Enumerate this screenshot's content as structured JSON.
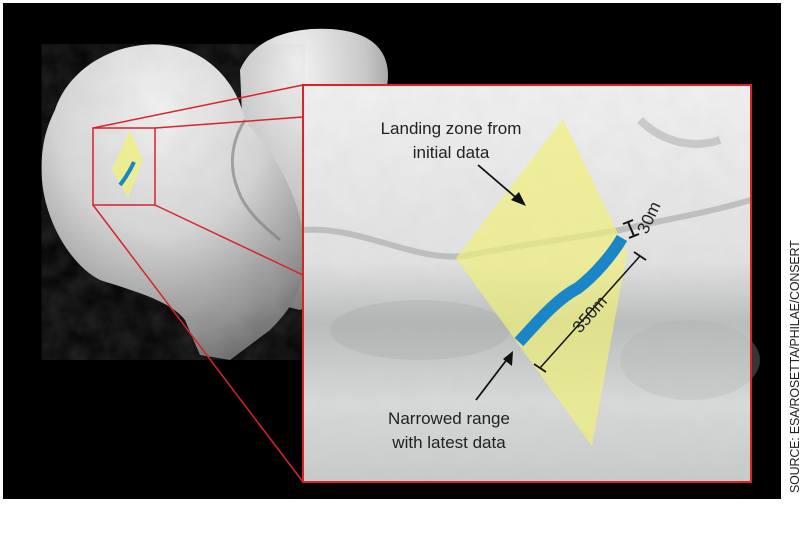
{
  "annotations": {
    "landing_zone": [
      "Landing zone from",
      "initial data"
    ],
    "narrowed_range": [
      "Narrowed range",
      "with latest data"
    ],
    "width_label": "30m",
    "length_label": "350m"
  },
  "credit": "SOURCE: ESA/ROSETTA/PHILAE/CONSERT",
  "colors": {
    "background": "#000000",
    "frame": "#d8232a",
    "landing_zone": "#f0f07a",
    "narrowed_range": "#1a86c8",
    "text": "#222222"
  },
  "icons": [
    "comet-nucleus",
    "arrow",
    "dimension-bracket"
  ]
}
